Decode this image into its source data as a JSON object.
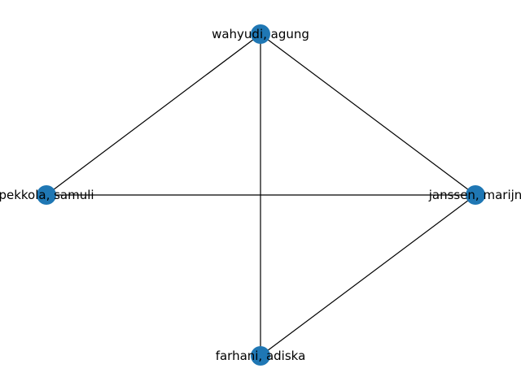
{
  "graph": {
    "node_color": "#1f77b4",
    "edge_color": "#000000",
    "nodes": [
      {
        "id": "n0",
        "label": "wahyudi, agung"
      },
      {
        "id": "n1",
        "label": "pekkola, samuli"
      },
      {
        "id": "n2",
        "label": "janssen, marijn"
      },
      {
        "id": "n3",
        "label": "farhani, adiska"
      }
    ],
    "edges": [
      {
        "source": "n0",
        "target": "n1"
      },
      {
        "source": "n0",
        "target": "n3"
      },
      {
        "source": "n0",
        "target": "n2"
      },
      {
        "source": "n1",
        "target": "n2"
      },
      {
        "source": "n2",
        "target": "n3"
      }
    ]
  }
}
